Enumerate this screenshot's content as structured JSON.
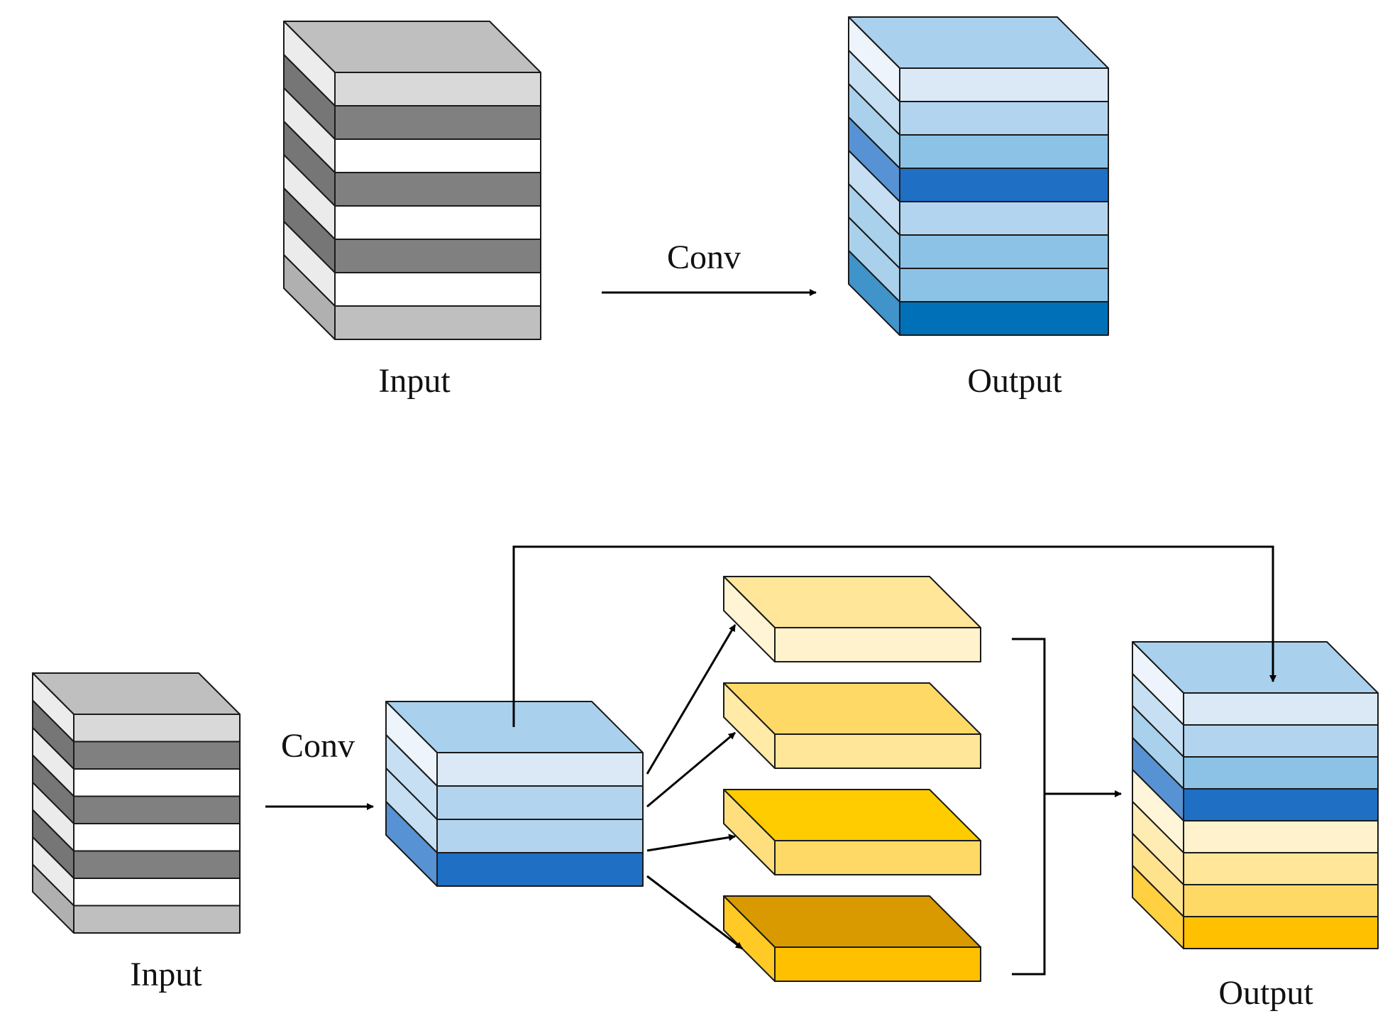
{
  "top": {
    "input_label": "Input",
    "output_label": "Output",
    "conv_label": "Conv",
    "input_layers": [
      "#d9d9d9",
      "#808080",
      "#ffffff",
      "#808080",
      "#ffffff",
      "#808080",
      "#ffffff",
      "#bfbfbf"
    ],
    "output_layers": [
      "#dbe9f6",
      "#b3d4ee",
      "#8cc2e6",
      "#1f6fc5",
      "#b3d4ee",
      "#8cc2e6",
      "#8cc2e6",
      "#0070b8"
    ]
  },
  "bottom": {
    "input_label": "Input",
    "output_label": "Output",
    "conv_label": "Conv",
    "input_layers": [
      "#d9d9d9",
      "#808080",
      "#ffffff",
      "#808080",
      "#ffffff",
      "#808080",
      "#ffffff",
      "#bfbfbf"
    ],
    "conv_layers": [
      "#dbe9f6",
      "#b3d4ee",
      "#b3d4ee",
      "#1f6fc5"
    ],
    "branches": [
      {
        "top": "#ffe699",
        "front": "#fff2cc"
      },
      {
        "top": "#ffd966",
        "front": "#ffe699"
      },
      {
        "top": "#ffcc00",
        "front": "#ffd966"
      },
      {
        "top": "#d99a00",
        "front": "#ffc000"
      }
    ],
    "output_layers": [
      "#dbe9f6",
      "#b3d4ee",
      "#8cc2e6",
      "#1f6fc5",
      "#fff2cc",
      "#ffe699",
      "#ffd966",
      "#ffc000"
    ]
  },
  "colors": {
    "gray_top": "#bfbfbf",
    "blue_top": "#a9d1ee",
    "line": "#000000"
  }
}
